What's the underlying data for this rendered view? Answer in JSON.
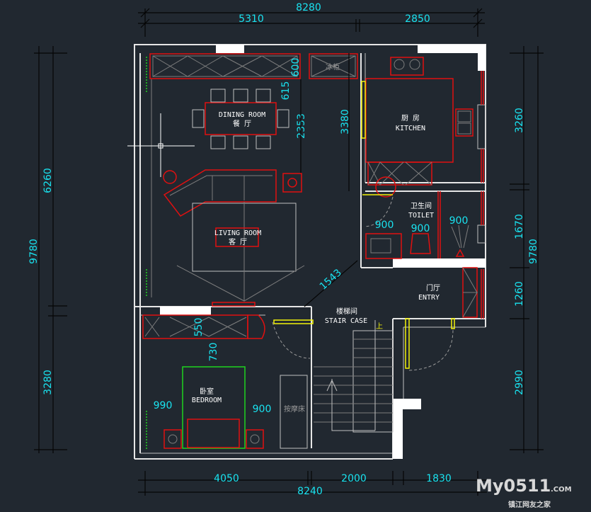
{
  "dimensions": {
    "top_total": "8280",
    "top_left": "5310",
    "top_right": "2850",
    "bottom_left": "4050",
    "bottom_mid": "2000",
    "bottom_right": "1830",
    "bottom_total": "8240",
    "left_total": "9780",
    "left_upper": "6260",
    "left_lower": "3280",
    "right_total": "9780",
    "right_1": "3260",
    "right_2": "1670",
    "right_3": "1260",
    "right_4": "2990",
    "cabinet_depth": "600",
    "dining_gap": "615",
    "dining_to_sofa": "2353",
    "kitchen_depth": "3380",
    "diagonal": "1543",
    "toilet_door": "900",
    "toilet_inner": "900",
    "toilet_right": "900",
    "bedroom_wardrobe": "550",
    "bedroom_gap": "730",
    "bedroom_left": "990",
    "bedroom_right": "900"
  },
  "rooms": {
    "dining_en": "DINING ROOM",
    "dining_cn": "餐 厅",
    "living_en": "LIVING ROOM",
    "living_cn": "客 厅",
    "kitchen_cn": "厨 房",
    "kitchen_en": "KITCHEN",
    "toilet_cn": "卫生间",
    "toilet_en": "TOILET",
    "entry_cn": "门厅",
    "entry_en": "ENTRY",
    "stair_cn": "楼梯间",
    "stair_en": "STAIR CASE",
    "stair_up": "上",
    "bedroom_cn": "卧室",
    "bedroom_en": "BEDROOM"
  },
  "fixtures": {
    "freezer": "冰柜",
    "massage_bed": "按摩床"
  },
  "watermark": {
    "brand": "My0511",
    "domain": ".COM",
    "tagline": "镇江网友之家"
  }
}
